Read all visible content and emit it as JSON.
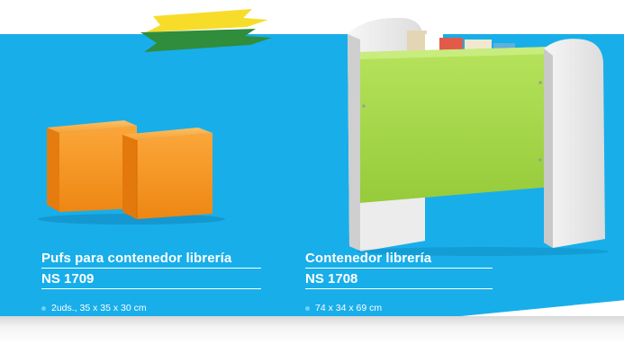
{
  "colors": {
    "panel_blue": "#18aeea",
    "brush_yellow": "#f7dc2a",
    "brush_green": "#2f8d3c",
    "pouf_orange": "#f7971f",
    "shelf_green": "#a6d94a",
    "shelf_white": "#ececec"
  },
  "products": [
    {
      "name": "Pufs para contenedor librería",
      "code": "NS 1709",
      "spec": "2uds., 35 x 35 x 30 cm",
      "image_icon": "pouf-pair-icon"
    },
    {
      "name": "Contenedor librería",
      "code": "NS 1708",
      "spec": "74 x 34 x 69 cm",
      "image_icon": "book-container-icon"
    }
  ]
}
